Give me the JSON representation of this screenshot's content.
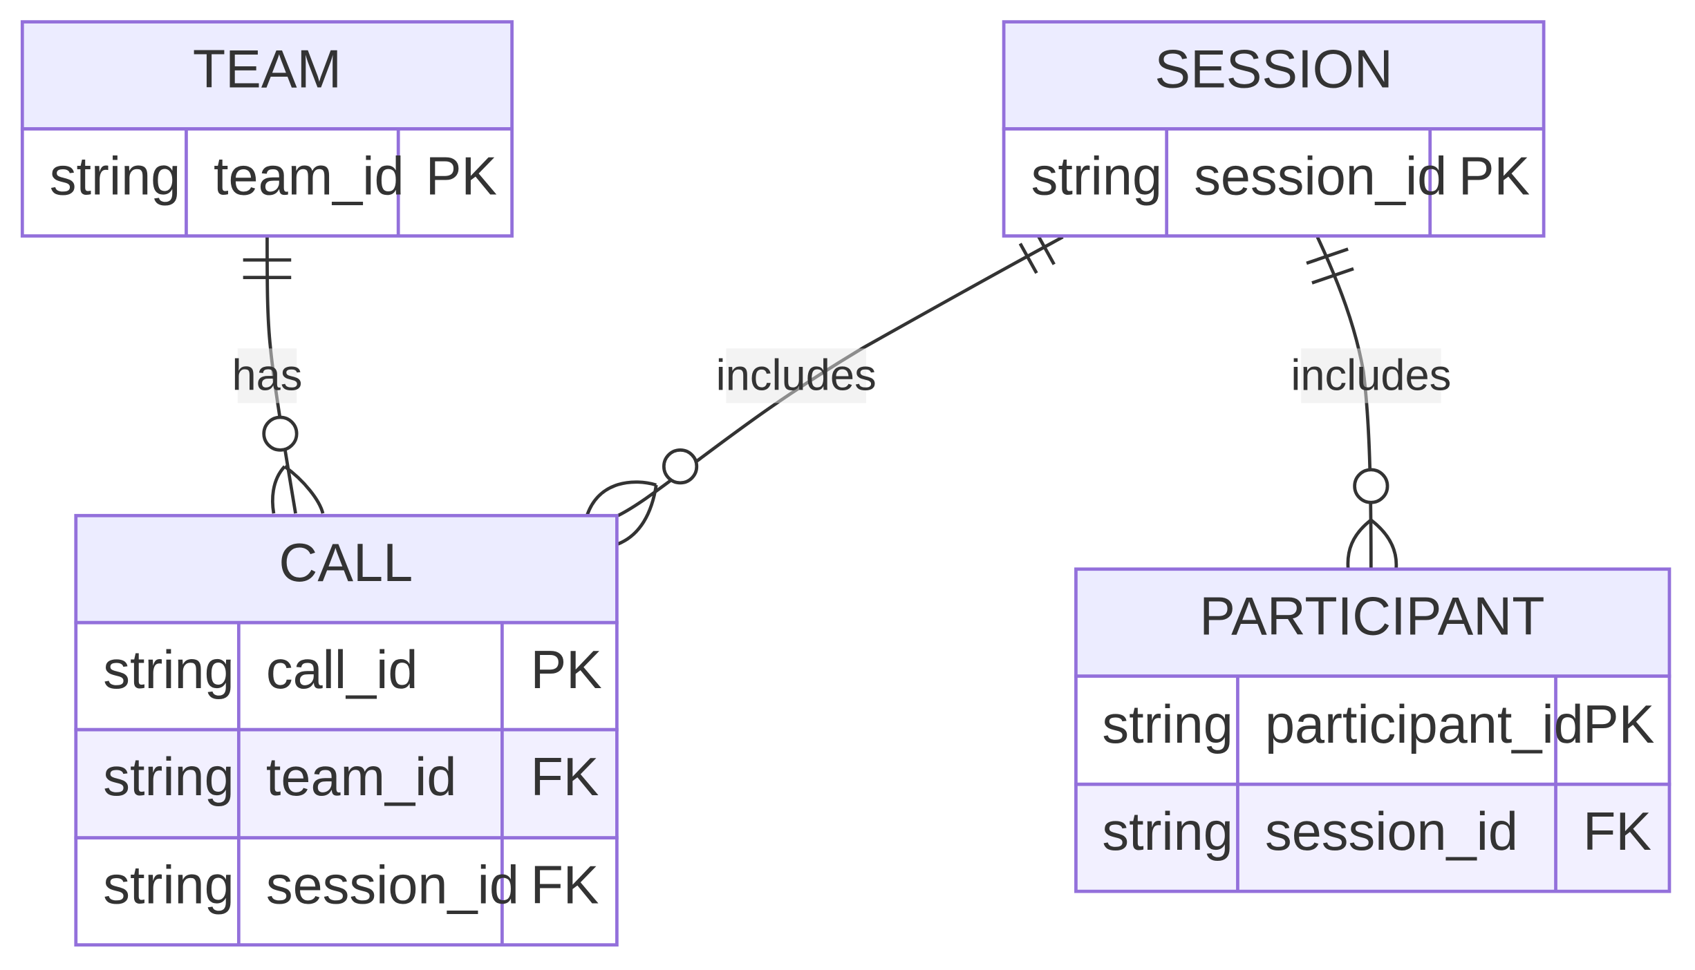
{
  "entities": {
    "team": {
      "title": "TEAM",
      "rows": [
        {
          "type": "string",
          "name": "team_id",
          "key": "PK"
        }
      ]
    },
    "session": {
      "title": "SESSION",
      "rows": [
        {
          "type": "string",
          "name": "session_id",
          "key": "PK"
        }
      ]
    },
    "call": {
      "title": "CALL",
      "rows": [
        {
          "type": "string",
          "name": "call_id",
          "key": "PK"
        },
        {
          "type": "string",
          "name": "team_id",
          "key": "FK"
        },
        {
          "type": "string",
          "name": "session_id",
          "key": "FK"
        }
      ]
    },
    "participant": {
      "title": "PARTICIPANT",
      "rows": [
        {
          "type": "string",
          "name": "participant_id",
          "key": "PK"
        },
        {
          "type": "string",
          "name": "session_id",
          "key": "FK"
        }
      ]
    }
  },
  "relationships": [
    {
      "from": "TEAM",
      "to": "CALL",
      "label": "has",
      "from_cardinality": "exactly-one",
      "to_cardinality": "zero-or-more"
    },
    {
      "from": "SESSION",
      "to": "CALL",
      "label": "includes",
      "from_cardinality": "exactly-one",
      "to_cardinality": "zero-or-more"
    },
    {
      "from": "SESSION",
      "to": "PARTICIPANT",
      "label": "includes",
      "from_cardinality": "exactly-one",
      "to_cardinality": "zero-or-more"
    }
  ],
  "colors": {
    "entity_border": "#9370db",
    "header_fill": "#ececff",
    "row_alt_fill": "#f2f0ff",
    "line": "#333333",
    "text": "#333333"
  }
}
